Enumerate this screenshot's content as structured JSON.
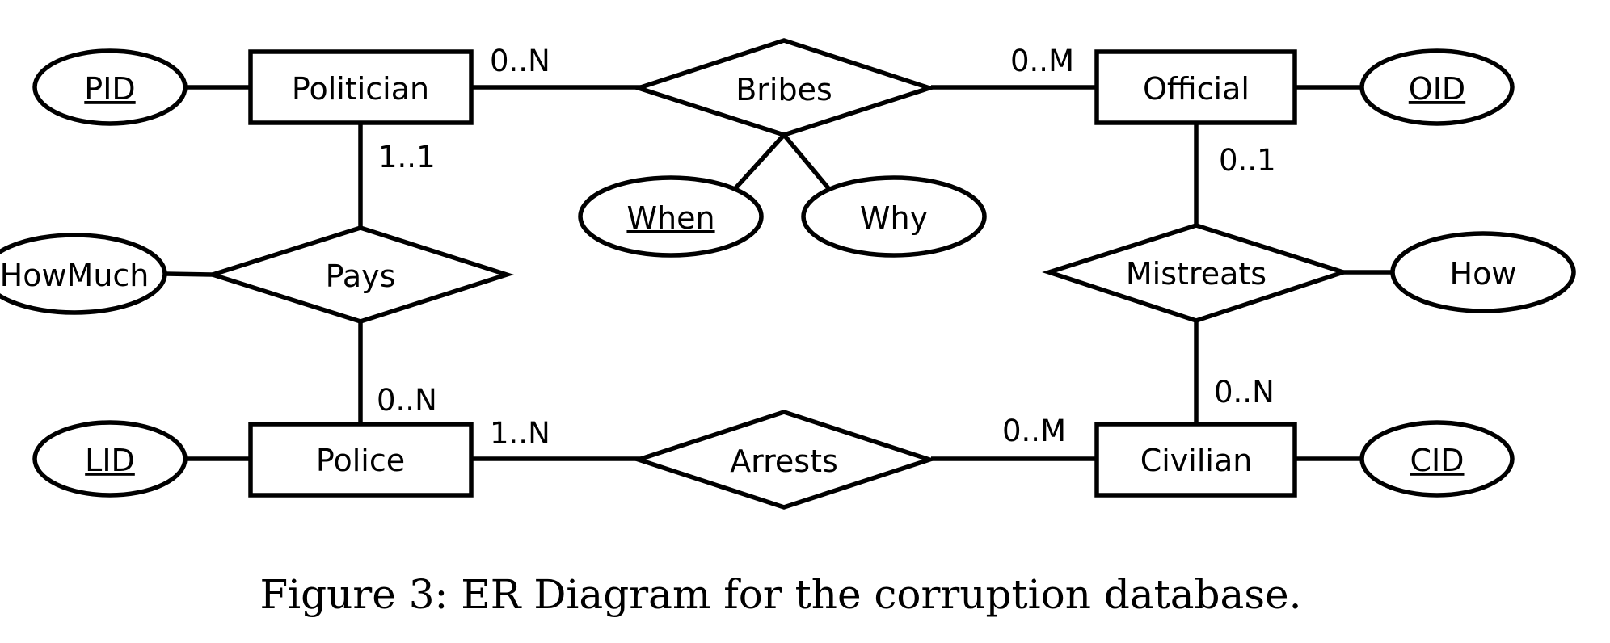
{
  "entities": {
    "politician": "Politician",
    "official": "Official",
    "police": "Police",
    "civilian": "Civilian"
  },
  "relationships": {
    "bribes": "Bribes",
    "pays": "Pays",
    "mistreats": "Mistreats",
    "arrests": "Arrests"
  },
  "attributes": {
    "pid": "PID",
    "oid": "OID",
    "lid": "LID",
    "cid": "CID",
    "when": "When",
    "why": "Why",
    "howmuch": "HowMuch",
    "how": "How"
  },
  "cardinalities": {
    "politician_bribes": "0..N",
    "official_bribes": "0..M",
    "politician_pays": "1..1",
    "police_pays": "0..N",
    "official_mistreats": "0..1",
    "civilian_mistreats": "0..N",
    "police_arrests": "1..N",
    "civilian_arrests": "0..M"
  },
  "caption": "Figure 3: ER Diagram for the corruption database."
}
